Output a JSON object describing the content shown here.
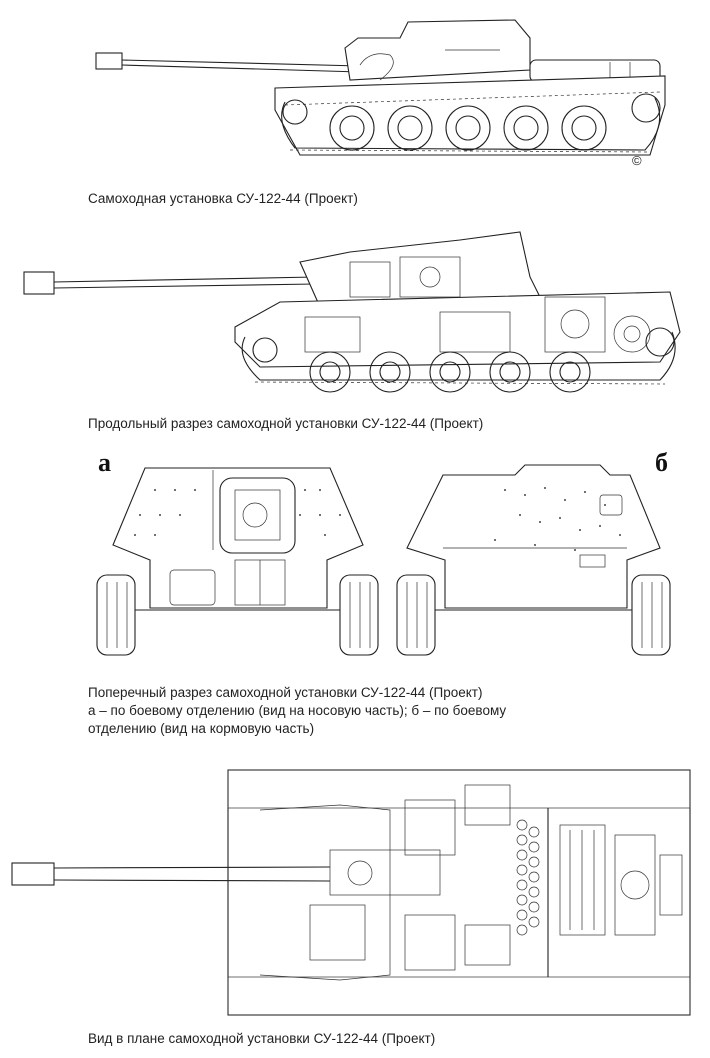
{
  "figures": [
    {
      "id": "side-view",
      "caption": "Самоходная установка СУ-122-44 (Проект)"
    },
    {
      "id": "longitudinal-section",
      "caption": "Продольный разрез самоходной установки СУ-122-44 (Проект)"
    },
    {
      "id": "cross-section",
      "label_a": "а",
      "label_b": "б",
      "caption_lines": [
        "Поперечный разрез самоходной установки СУ-122-44 (Проект)",
        "а – по боевому отделению (вид на носовую часть); б – по боевому",
        "отделению (вид на кормовую часть)"
      ]
    },
    {
      "id": "plan-view",
      "caption": "Вид в плане самоходной установки СУ-122-44 (Проект)"
    }
  ],
  "artist_mark": "©"
}
